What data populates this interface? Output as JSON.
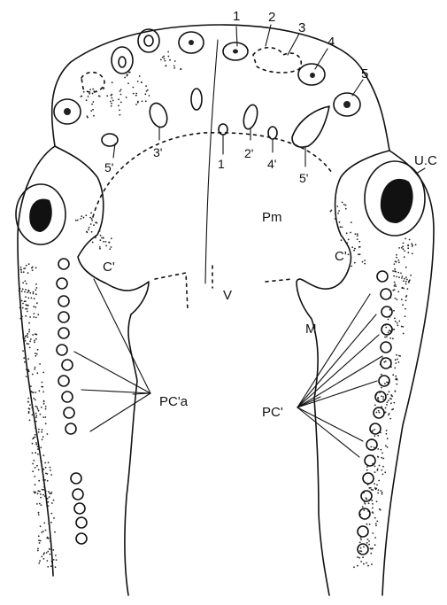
{
  "labels": {
    "top_numbers": [
      "1",
      "2",
      "3",
      "4",
      "5"
    ],
    "primed_numbers": [
      "5'",
      "3'",
      "1",
      "2'",
      "4'",
      "5'"
    ],
    "uc": "U.C",
    "pm": "Pm",
    "c_left": "C'",
    "c_right": "C'",
    "v": "V",
    "m": "M",
    "pc_a": "PC'a",
    "pc": "PC'"
  }
}
